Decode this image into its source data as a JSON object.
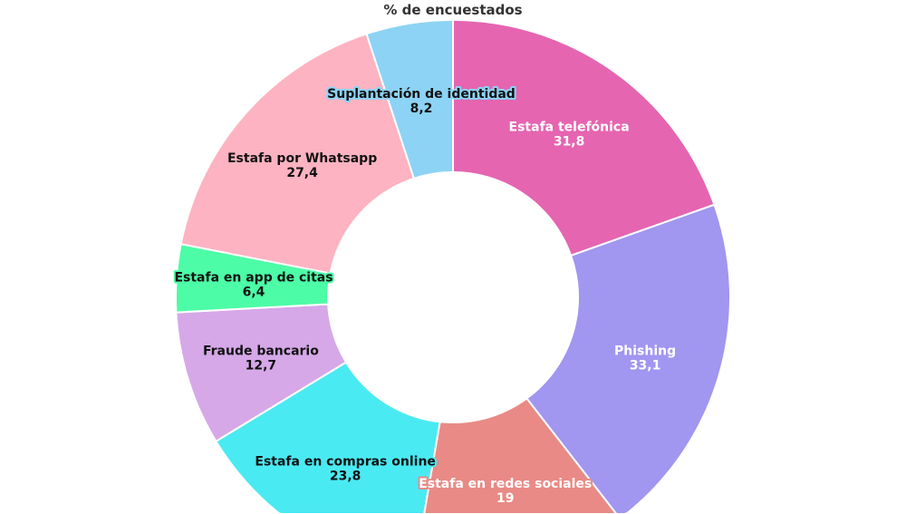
{
  "chart_data": {
    "type": "pie",
    "donut": true,
    "title": "% de encuestados",
    "slices": [
      {
        "label": "Estafa telefónica",
        "value": 31.8,
        "display": "31,8",
        "color": "#e565b0",
        "text_color": "#ffffff"
      },
      {
        "label": "Phishing",
        "value": 33.1,
        "display": "33,1",
        "color": "#a196f0",
        "text_color": "#ffffff"
      },
      {
        "label": "Estafa en redes sociales",
        "value": 19,
        "display": "19",
        "color": "#e98a86",
        "text_color": "#ffffff"
      },
      {
        "label": "Estafa en compras online",
        "value": 23.8,
        "display": "23,8",
        "color": "#4aeaf2",
        "text_color": "#111111"
      },
      {
        "label": "Fraude bancario",
        "value": 12.7,
        "display": "12,7",
        "color": "#d6a8e8",
        "text_color": "#111111"
      },
      {
        "label": "Estafa en app de citas",
        "value": 6.4,
        "display": "6,4",
        "color": "#4dfca6",
        "text_color": "#111111"
      },
      {
        "label": "Estafa por Whatsapp",
        "value": 27.4,
        "display": "27,4",
        "color": "#fdb3c1",
        "text_color": "#111111"
      },
      {
        "label": "Suplantación de identidad",
        "value": 8.2,
        "display": "8,2",
        "color": "#8dd3f5",
        "text_color": "#111111"
      }
    ]
  }
}
